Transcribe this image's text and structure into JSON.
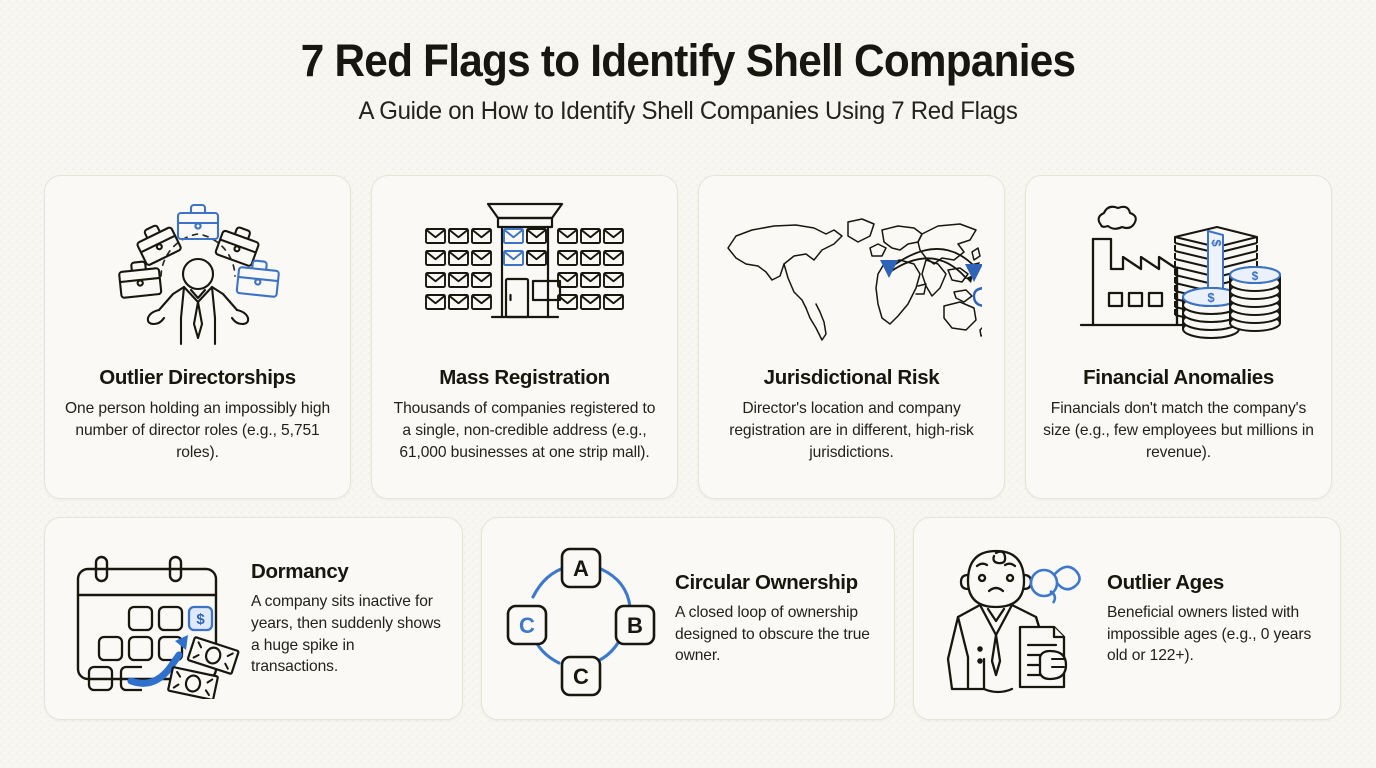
{
  "header": {
    "title": "7 Red Flags to Identify Shell Companies",
    "subtitle": "A Guide on How to Identify Shell Companies Using 7 Red Flags"
  },
  "theme": {
    "page_background": "#f7f6f1",
    "card_background": "#faf9f5",
    "card_border": "#e6e3d9",
    "text_color": "#1b1a18",
    "accent_blue": "#3d73c4",
    "ink_black": "#17160f"
  },
  "cards": [
    {
      "id": "outlier-directorships",
      "title": "Outlier Directorships",
      "body": "One person holding an impossibly high number of director roles (e.g., 5,751 roles).",
      "icon": "person-juggling-briefcases-icon",
      "row": 1
    },
    {
      "id": "mass-registration",
      "title": "Mass Registration",
      "body": "Thousands of companies registered to a single, non-credible address (e.g., 61,000 businesses at one strip mall).",
      "icon": "building-with-mailboxes-icon",
      "row": 1
    },
    {
      "id": "jurisdictional-risk",
      "title": "Jurisdictional Risk",
      "body": "Director's location and company registration are in different, high-risk jurisdictions.",
      "icon": "world-map-with-pins-icon",
      "row": 1
    },
    {
      "id": "financial-anomalies",
      "title": "Financial Anomalies",
      "body": "Financials don't match the company's size (e.g., few employees but millions in revenue).",
      "icon": "factory-with-money-stacks-icon",
      "row": 1
    },
    {
      "id": "dormancy",
      "title": "Dormancy",
      "body": "A company sits inactive for years, then suddenly shows a huge spike in transactions.",
      "icon": "calendar-with-money-spike-icon",
      "row": 2
    },
    {
      "id": "circular-ownership",
      "title": "Circular Ownership",
      "body": "A closed loop of ownership designed to obscure the true owner.",
      "icon": "circular-ownership-loop-icon",
      "row": 2,
      "nodes": [
        "A",
        "B",
        "C",
        "C"
      ]
    },
    {
      "id": "outlier-ages",
      "title": "Outlier Ages",
      "body": "Beneficial owners listed with impossible ages (e.g., 0 years old or 122+).",
      "icon": "baby-in-suit-icon",
      "row": 2
    }
  ],
  "icon_labels": {
    "circular_a": "A",
    "circular_b": "B",
    "circular_c_bottom": "C",
    "circular_c_left": "C",
    "dollar_sign": "$"
  }
}
